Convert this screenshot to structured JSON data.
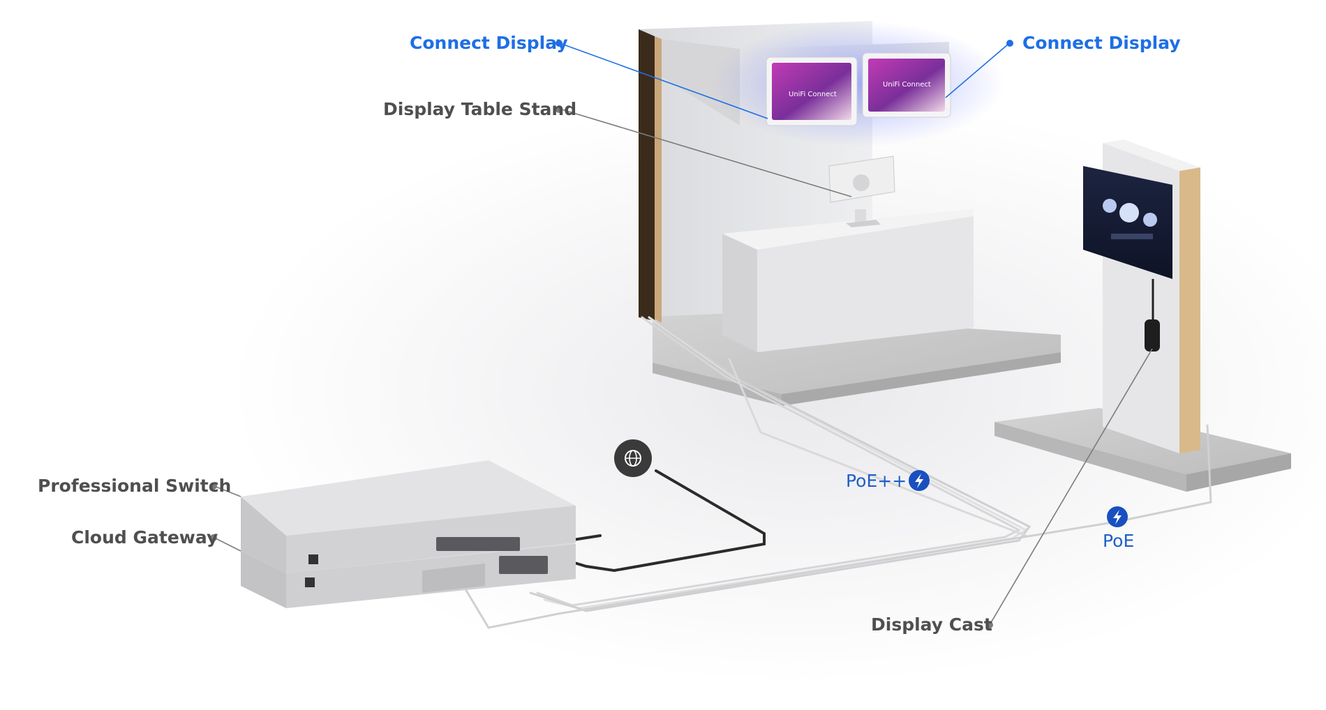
{
  "labels": {
    "connect_display_left": "Connect Display",
    "connect_display_right": "Connect Display",
    "display_table_stand": "Display Table Stand",
    "professional_switch": "Professional Switch",
    "cloud_gateway": "Cloud Gateway",
    "display_cast": "Display Cast",
    "poe_plus_plus": "PoE++",
    "poe": "PoE"
  },
  "screen_text": {
    "display_brand_1": "UniFi Connect",
    "display_brand_2": "UniFi Connect"
  },
  "icons": {
    "internet": "globe-icon",
    "poe_plus_plus": "lightning-icon",
    "poe": "lightning-icon"
  },
  "colors": {
    "accent_blue": "#1e6fe6",
    "label_gray": "#4f4f4f",
    "poe_badge": "#1a4fc0",
    "globe_badge": "#3a3a3a"
  }
}
